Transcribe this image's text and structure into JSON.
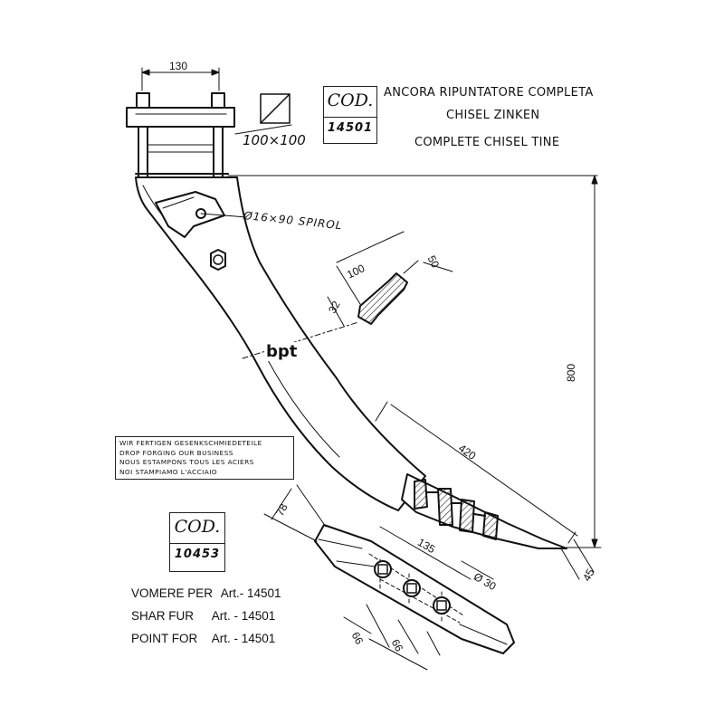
{
  "titles": {
    "it": "ANCORA RIPUNTATORE COMPLETA",
    "de": "CHISEL ZINKEN",
    "en": "COMPLETE CHISEL TINE"
  },
  "code_main": {
    "label": "COD.",
    "number": "14501"
  },
  "code_share": {
    "label": "COD.",
    "number": "10453"
  },
  "brand": "bpt",
  "slogan": [
    "WIR FERTIGEN GESENKSCHMIEDETEILE",
    "DROP FORGING OUR BUSINESS",
    "NOUS ESTAMPONS TOUS LES ACIERS",
    "NOI STAMPIAMO L'ACCIAIO"
  ],
  "share_for": [
    {
      "label": "VOMERE PER",
      "art": "Art.- 14501"
    },
    {
      "label": "SHAR FUR",
      "art": "Art. - 14501"
    },
    {
      "label": "POINT FOR",
      "art": "Art. - 14501"
    }
  ],
  "dimensions": {
    "clamp_width": "130",
    "beam_section": "100×100",
    "pin": "Ø16×90 SPIROL",
    "section_width": "100",
    "section_height": "50",
    "section_thickness": "32",
    "height": "800",
    "share_length": "420",
    "share_tip": "45",
    "share_width": "78",
    "hole_span": "135",
    "hole_diameter": "Ø 30",
    "hole_pitch_1": "66",
    "hole_pitch_2": "66"
  },
  "colors": {
    "ink": "#111111",
    "paper": "#ffffff"
  }
}
